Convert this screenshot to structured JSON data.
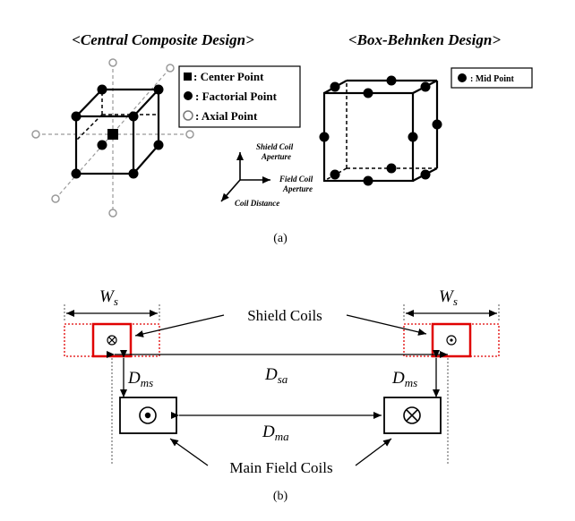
{
  "panel_a": {
    "ccd": {
      "title": "<Central Composite Design>",
      "legend": {
        "center": ": Center Point",
        "factorial": ": Factorial Point",
        "axial": ": Axial Point"
      }
    },
    "bbd": {
      "title": "<Box-Behnken Design>",
      "legend": {
        "mid": ": Mid Point"
      }
    },
    "axes": {
      "shield_line1": "Shield Coil",
      "shield_line2": "Aperture",
      "field_line1": "Field Coil",
      "field_line2": "Aperture",
      "distance": "Coil Distance"
    },
    "caption": "(a)"
  },
  "panel_b": {
    "ws": {
      "main": "W",
      "sub": "s"
    },
    "shield_coils_label": "Shield Coils",
    "main_field_coils_label": "Main Field Coils",
    "d_sa": {
      "main": "D",
      "sub": "sa"
    },
    "d_ma": {
      "main": "D",
      "sub": "ma"
    },
    "d_ms": {
      "main": "D",
      "sub": "ms"
    },
    "caption": "(b)"
  },
  "colors": {
    "line": "#000000",
    "dashed_guide": "#999999",
    "shield_coil": "#e00000"
  }
}
